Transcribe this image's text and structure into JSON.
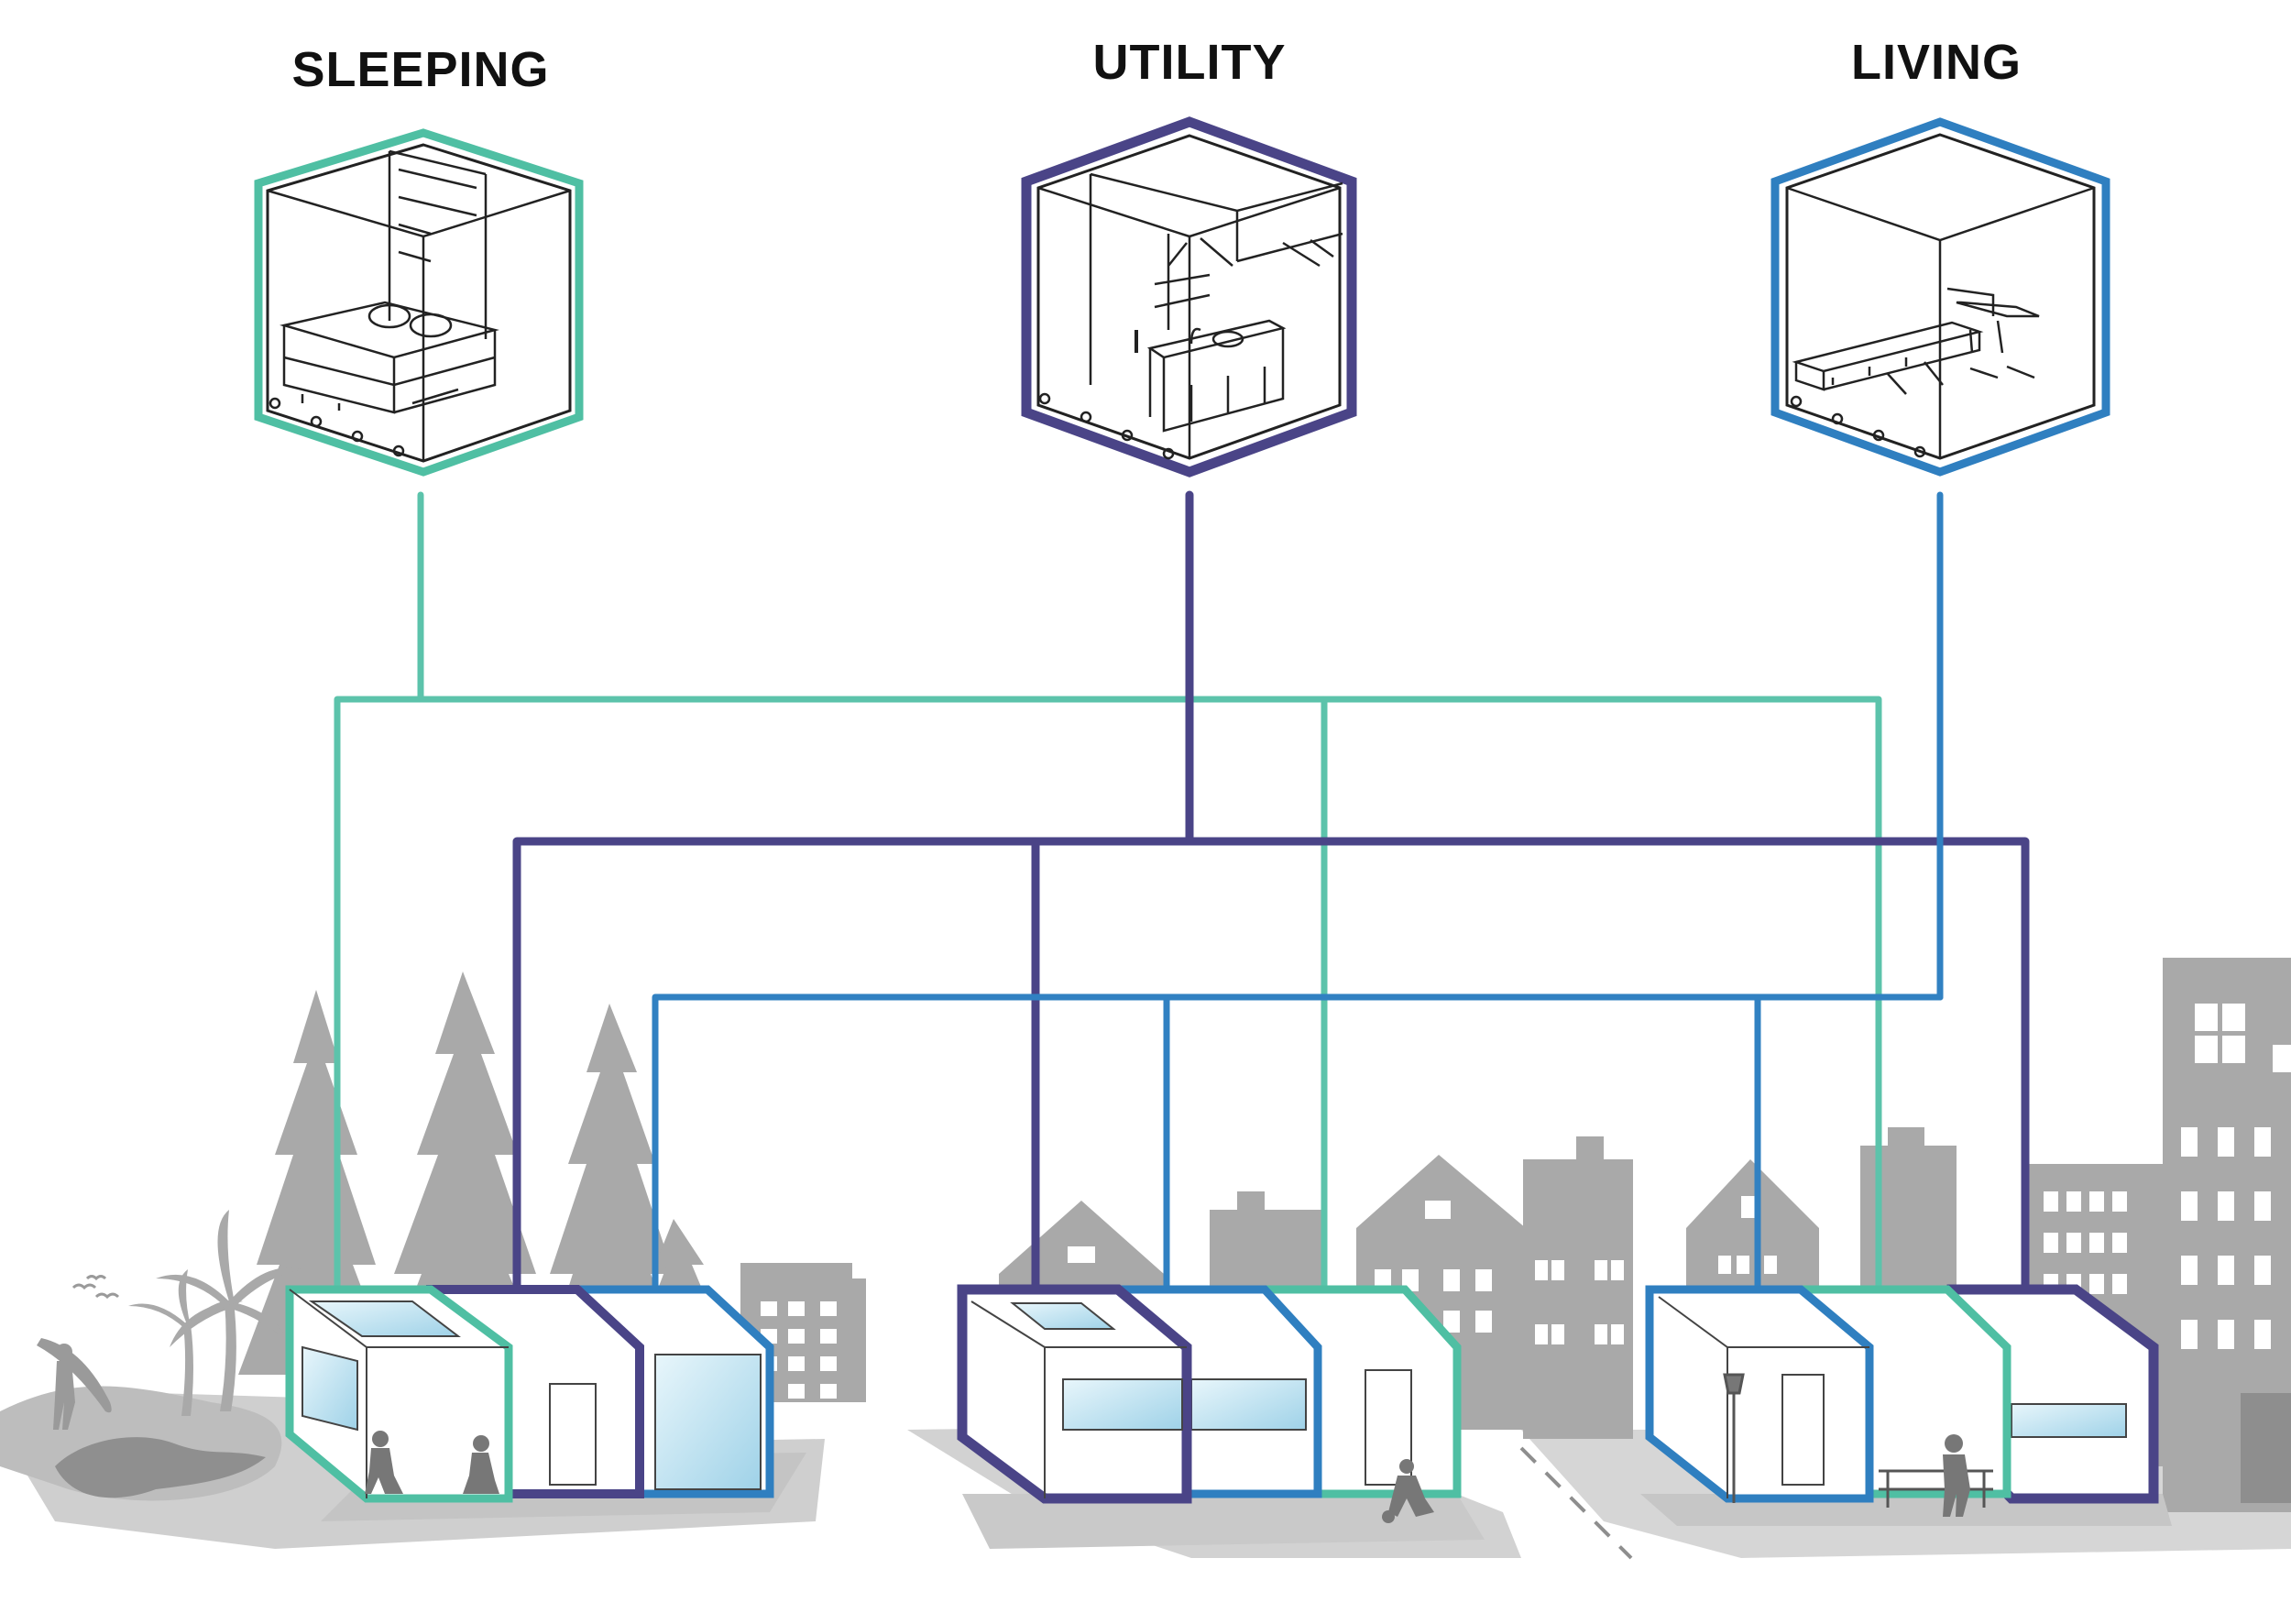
{
  "modules": [
    {
      "id": "sleeping",
      "label": "SLEEPING",
      "color": "#4fbfa3"
    },
    {
      "id": "utility",
      "label": "UTILITY",
      "color": "#4a4487"
    },
    {
      "id": "living",
      "label": "LIVING",
      "color": "#2f7fc0"
    }
  ],
  "colors": {
    "scenery": "#a9a9a9",
    "scenery_dark": "#8e8e8e",
    "shadow": "#c9c9c9",
    "glass": "#bfe3f2",
    "outline": "#444444"
  },
  "icons": [
    "bed-module-icon",
    "kitchen-module-icon",
    "bench-module-icon",
    "tree-icon",
    "palm-tree-icon",
    "house-icon",
    "apartment-building-icon",
    "person-icon",
    "lamp-post-icon",
    "bird-icon"
  ]
}
